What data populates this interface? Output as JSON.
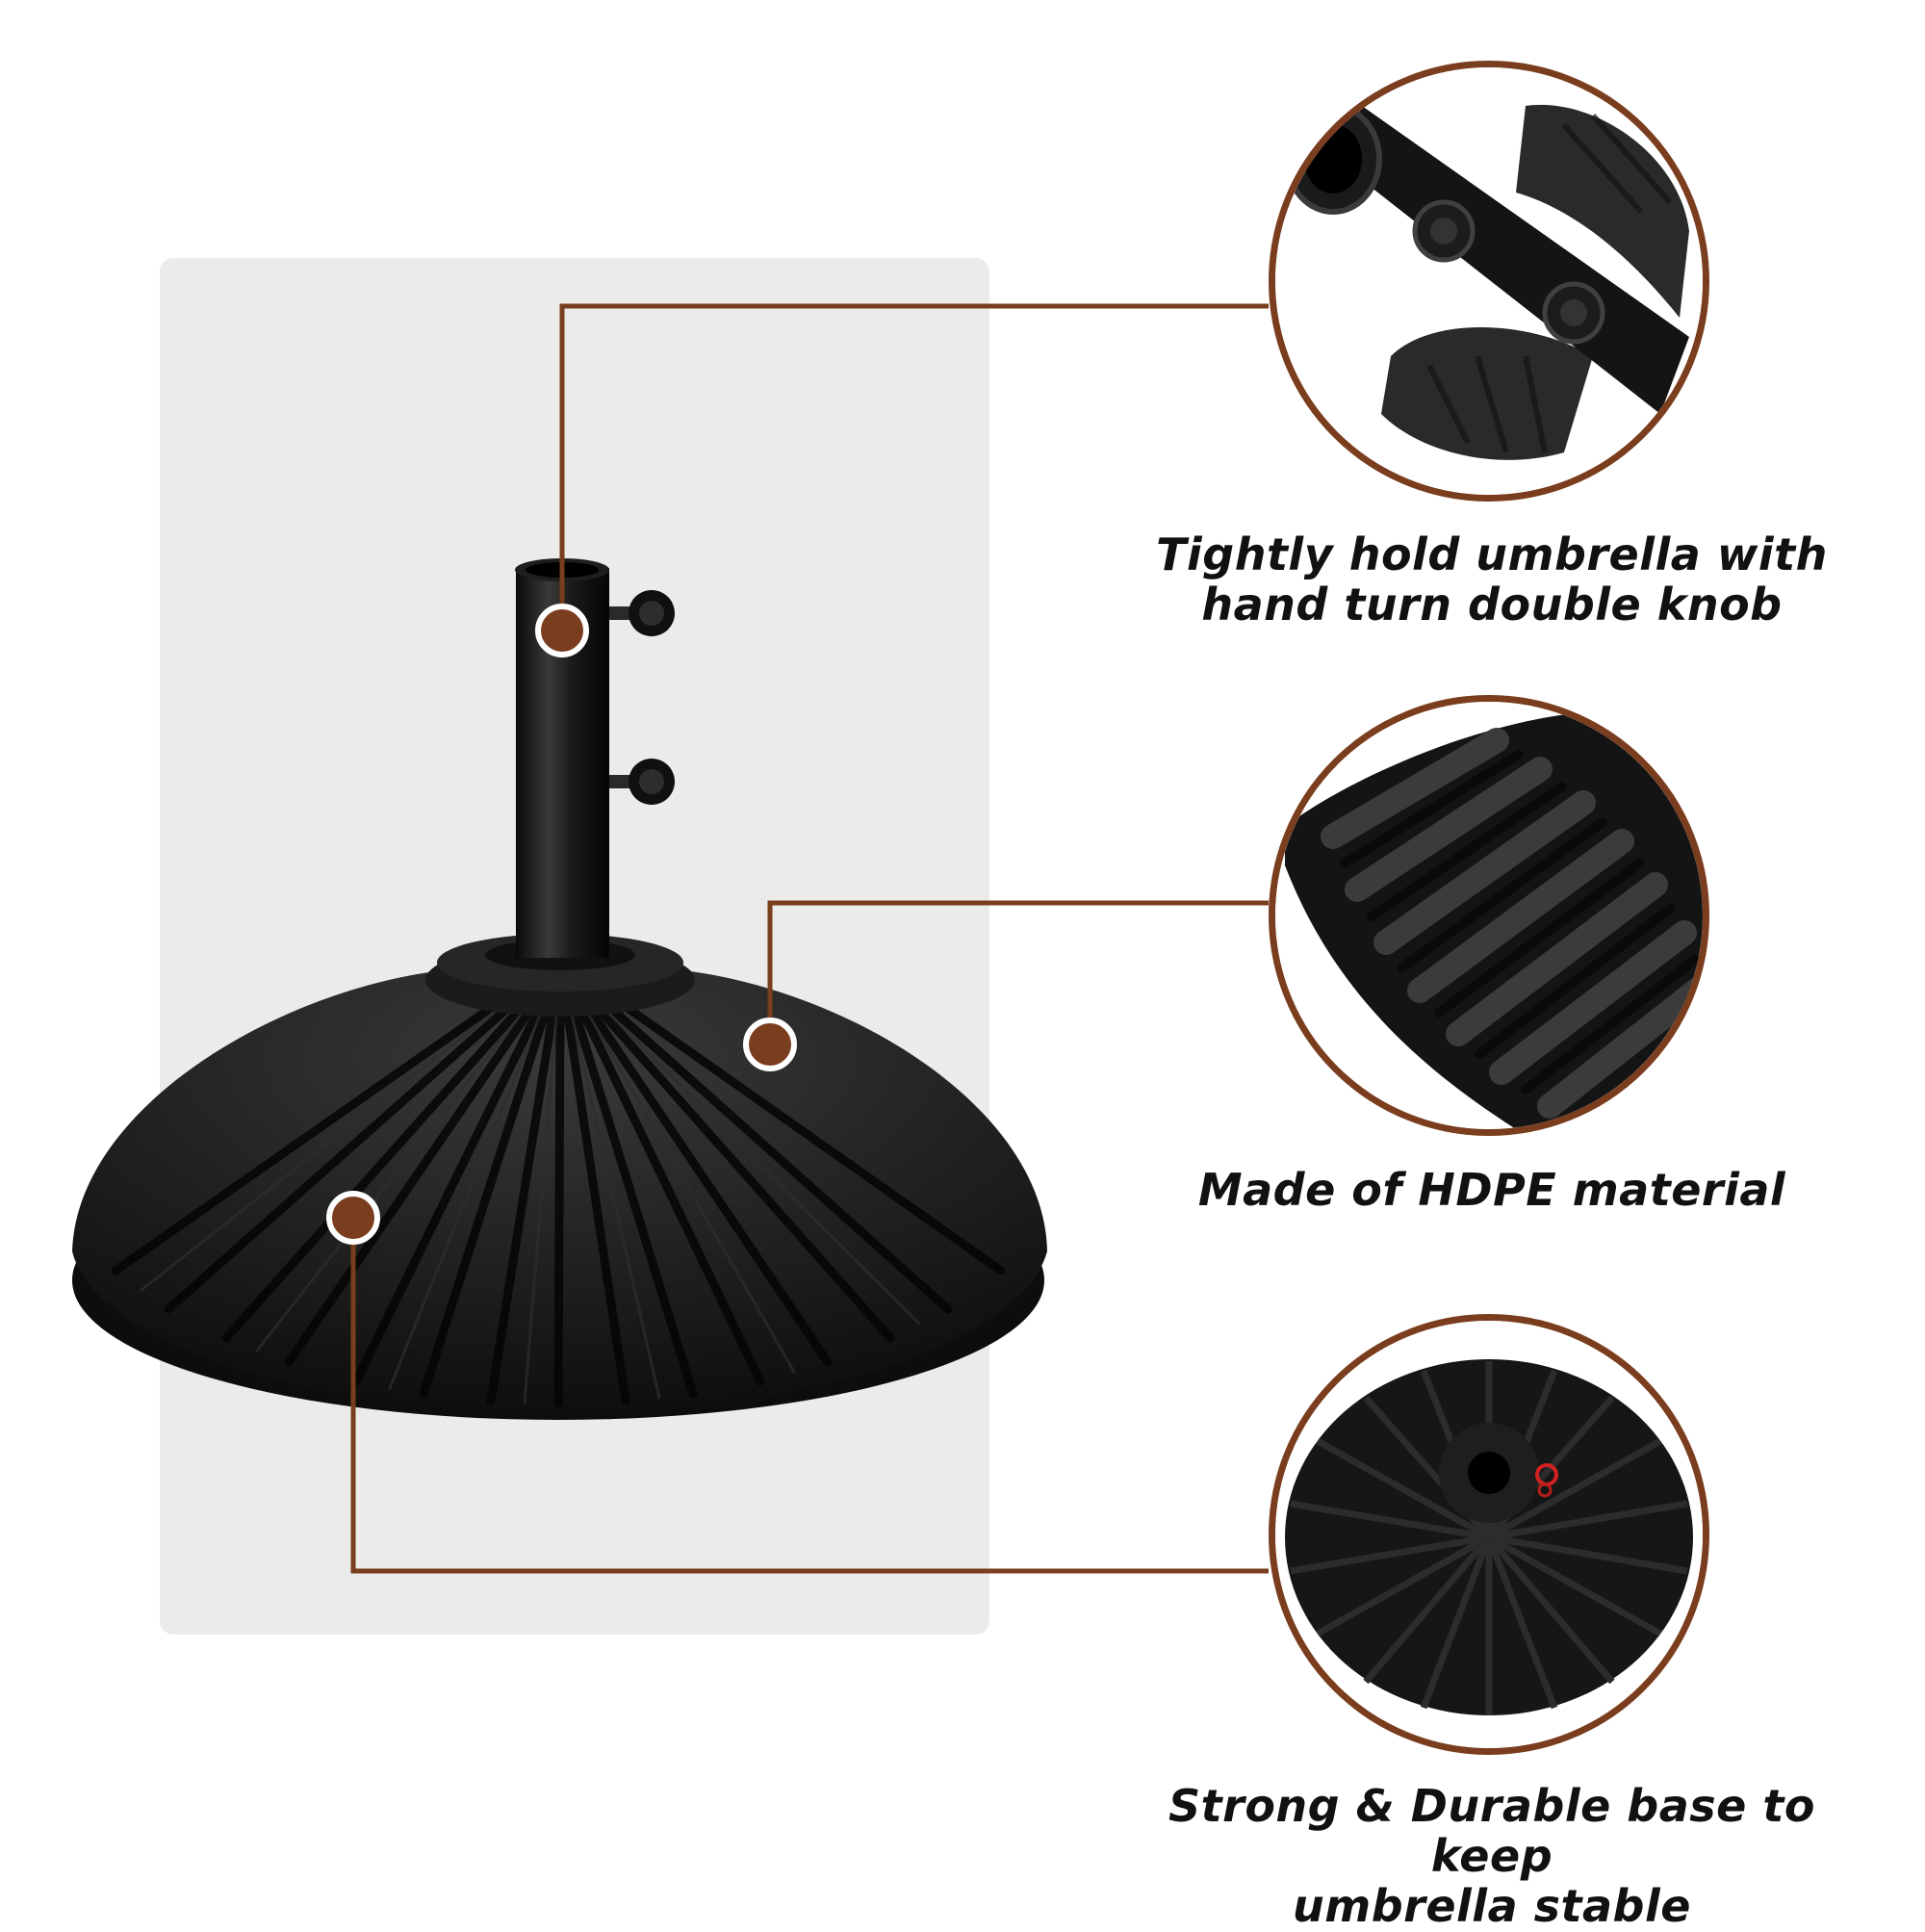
{
  "accent_color": "#7a3d1e",
  "product_color": "#141414",
  "callouts": [
    {
      "lines": [
        "Tightly hold umbrella with",
        "hand turn double knob"
      ],
      "icon": "knob-closeup-icon"
    },
    {
      "lines": [
        "Made of HDPE material"
      ],
      "icon": "ribbed-surface-closeup-icon"
    },
    {
      "lines": [
        "Strong & Durable base to keep",
        "umbrella stable"
      ],
      "icon": "base-topview-closeup-icon"
    }
  ]
}
